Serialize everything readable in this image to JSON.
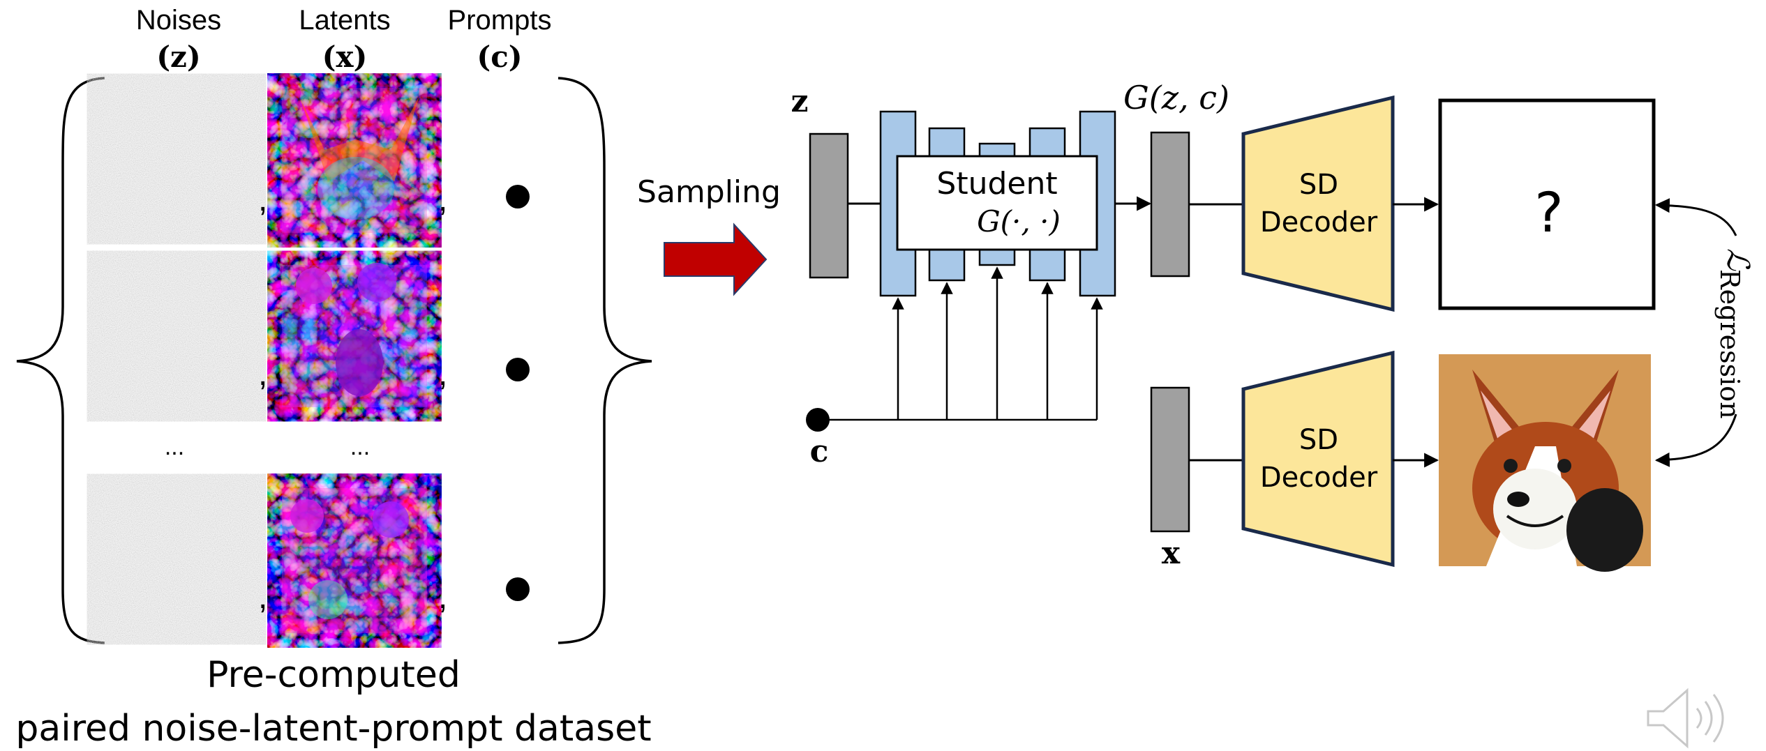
{
  "dataset": {
    "col_headers": {
      "noises": "Noises",
      "noises_sym": "(z)",
      "latents": "Latents",
      "latents_sym": "(x)",
      "prompts": "Prompts",
      "prompts_sym": "(c)"
    },
    "separator": ",",
    "ellipsis": "...",
    "caption_line1": "Pre-computed",
    "caption_line2": "paired noise-latent-prompt dataset"
  },
  "sampling_label": "Sampling",
  "network": {
    "z_label": "z",
    "c_label": "c",
    "student_label": "Student",
    "student_func": "G(·, ·)",
    "output_label": "G(z, c)",
    "decoder_label_line1": "SD",
    "decoder_label_line2": "Decoder",
    "question_mark": "?",
    "x_label": "x"
  },
  "loss_label": "ℒ",
  "loss_subscript": "Regression",
  "colors": {
    "unet_blue": "#a8c8e8",
    "decoder_yellow": "#fce69a",
    "latent_gray": "#a0a0a0",
    "arrow_red": "#c00000"
  },
  "icons": [
    "speaker-icon"
  ]
}
